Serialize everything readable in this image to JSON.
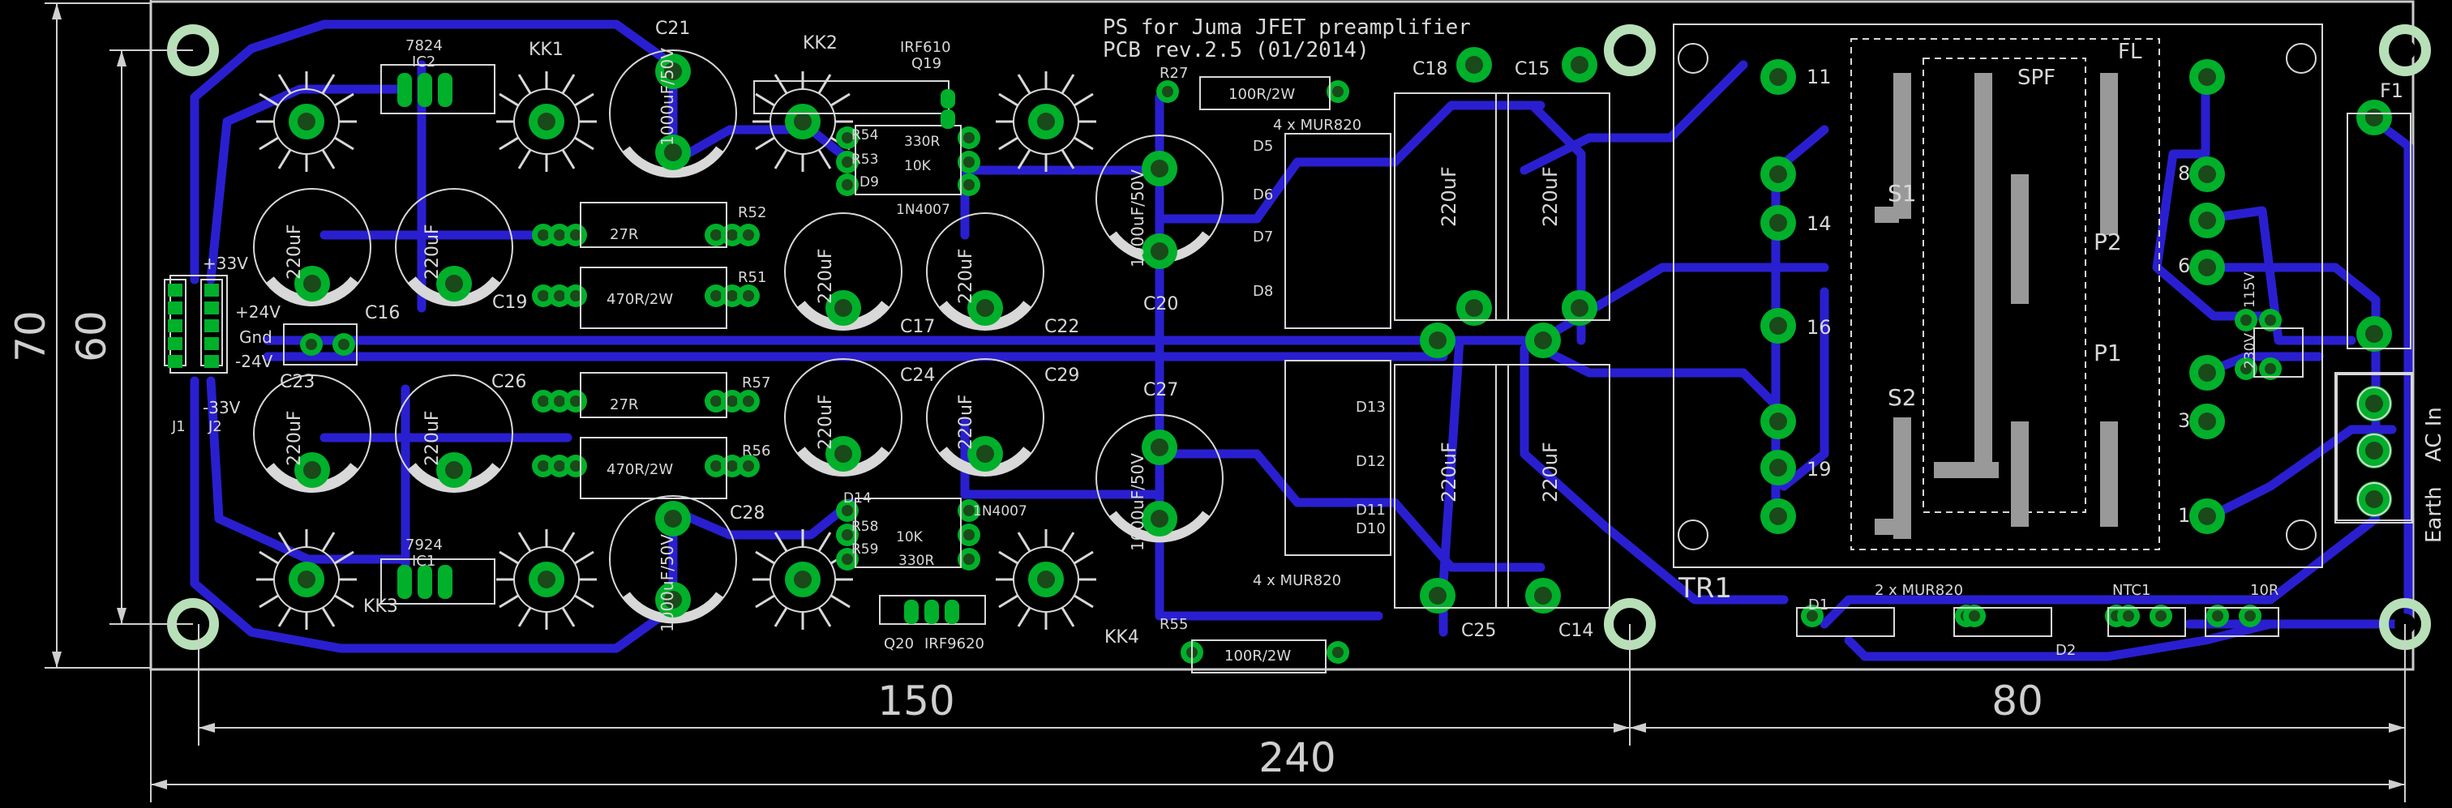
{
  "title": {
    "line1": "PS for Juma JFET preamplifier",
    "line2": "PCB rev.2.5 (01/2014)"
  },
  "dimensions": {
    "width_total": "240",
    "width_left": "150",
    "width_right": "80",
    "height_outer": "70",
    "height_inner": "60"
  },
  "labels": {
    "kk1": "KK1",
    "kk2": "KK2",
    "kk3": "KK3",
    "kk4": "KK4",
    "ic2": "IC2",
    "ic2_type": "7824",
    "ic1": "IC1",
    "ic1_type": "7924",
    "q19": "Q19",
    "q19_type": "IRF610",
    "q20": "Q20",
    "q20_type": "IRF9620",
    "c21": "C21",
    "c21_val": "1000uF/50V",
    "c28": "C28",
    "c28_val": "1000uF/50V",
    "c20": "C20",
    "c20_val": "1000uF/50V",
    "c27": "C27",
    "c27_val": "1000uF/50V",
    "c16": "C16",
    "c19": "C19",
    "c17": "C17",
    "c22": "C22",
    "c23": "C23",
    "c26": "C26",
    "c24": "C24",
    "c29": "C29",
    "c18": "C18",
    "c15": "C15",
    "c25": "C25",
    "c14": "C14",
    "cap220": "220uF",
    "r27": "R27",
    "r27_val": "100R/2W",
    "r55": "R55",
    "r55_val": "100R/2W",
    "r52": "R52",
    "r51": "R51",
    "r57": "R57",
    "r56": "R56",
    "r54": "R54",
    "r53": "R53",
    "r58": "R58",
    "r59": "R59",
    "val_27r": "27R",
    "val_470r": "470R/2W",
    "val_330r": "330R",
    "val_10k": "10K",
    "d9": "D9",
    "d14": "D14",
    "d_1n4007": "1N4007",
    "mur_top": "4 x MUR820",
    "mur_bottom": "4 x MUR820",
    "mur_2x": "2 x MUR820",
    "d5": "D5",
    "d6": "D6",
    "d7": "D7",
    "d8": "D8",
    "d13": "D13",
    "d12": "D12",
    "d11": "D11",
    "d10": "D10",
    "d1": "D1",
    "d2": "D2",
    "ntc1": "NTC1",
    "r10": "10R",
    "j1": "J1",
    "j2": "J2",
    "p33": "+33V",
    "p24": "+24V",
    "gnd": "Gnd",
    "m24": "-24V",
    "m33": "-33V",
    "tr1": "TR1",
    "fl": "FL",
    "spf": "SPF",
    "s1": "S1",
    "s2": "S2",
    "p1": "P1",
    "p2": "P2",
    "pin11": "11",
    "pin14": "14",
    "pin16": "16",
    "pin19": "19",
    "pin8": "8",
    "pin6": "6",
    "pin3": "3",
    "pin1": "1",
    "v115": "115V",
    "v230": "230V",
    "f1": "F1",
    "earth": "Earth",
    "ac_in": "AC In"
  },
  "colors": {
    "background": "#000000",
    "trace": "#2a1fd0",
    "pad": "#00b02a",
    "drill": "#1a4a1a",
    "mount": "#b8e0b8",
    "silk": "#d8d8d8",
    "outline": "#cccccc"
  }
}
